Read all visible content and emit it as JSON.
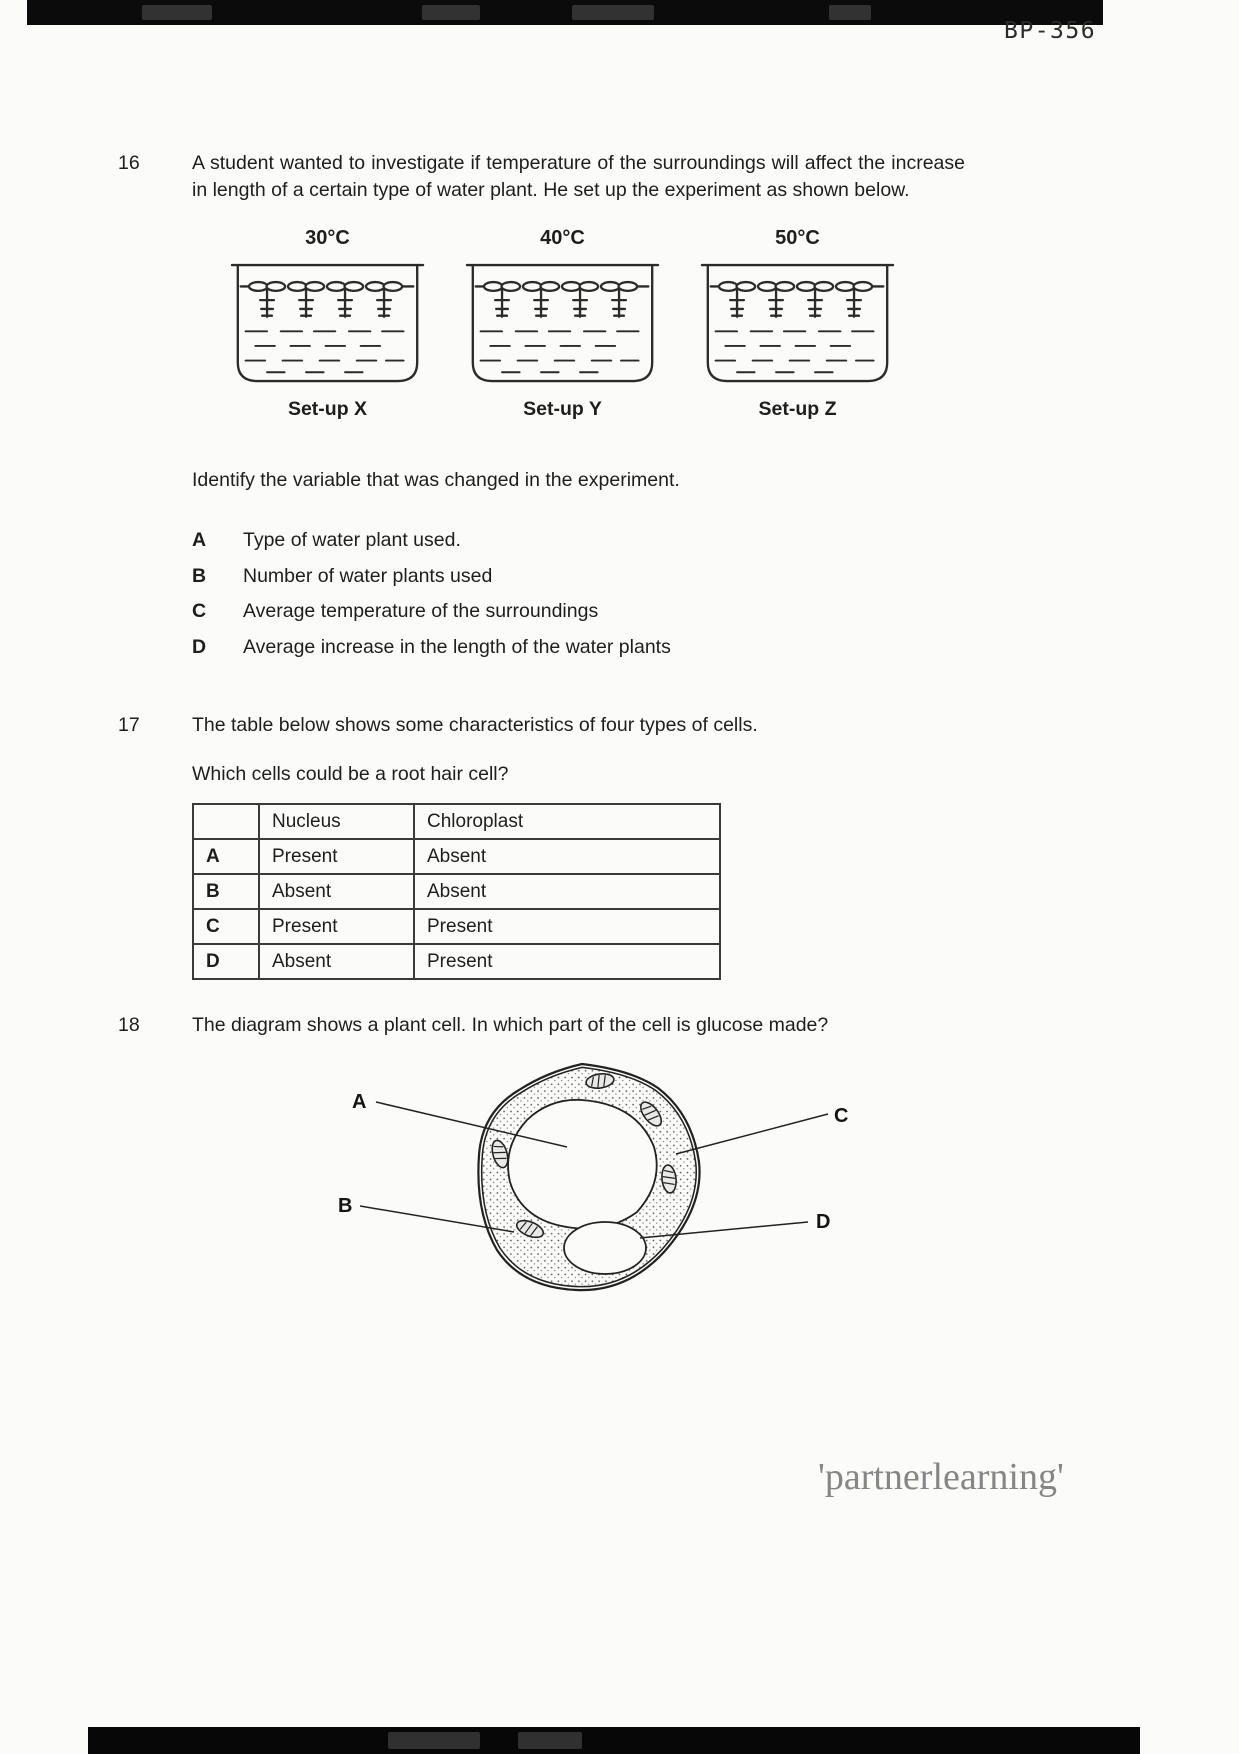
{
  "page": {
    "code": "BP-356",
    "watermark": "'partnerlearning'"
  },
  "q16": {
    "number": "16",
    "intro": "A student wanted to investigate if temperature of the surroundings will affect the increase in length of a certain type of water plant. He set up the experiment as shown below.",
    "setups": [
      {
        "temperature": "30°C",
        "label": "Set-up X"
      },
      {
        "temperature": "40°C",
        "label": "Set-up Y"
      },
      {
        "temperature": "50°C",
        "label": "Set-up Z"
      }
    ],
    "question": "Identify the variable that was changed in the experiment.",
    "options": [
      {
        "letter": "A",
        "text": "Type of water plant used."
      },
      {
        "letter": "B",
        "text": "Number of water plants used"
      },
      {
        "letter": "C",
        "text": "Average temperature of the surroundings"
      },
      {
        "letter": "D",
        "text": "Average increase in the length of the water plants"
      }
    ]
  },
  "q17": {
    "number": "17",
    "intro": "The table below shows some characteristics of four types of cells.",
    "question": "Which cells could be a root hair cell?",
    "table": {
      "col1_header": "Nucleus",
      "col2_header": "Chloroplast",
      "rows": [
        {
          "letter": "A",
          "nucleus": "Present",
          "chloroplast": "Absent"
        },
        {
          "letter": "B",
          "nucleus": "Absent",
          "chloroplast": "Absent"
        },
        {
          "letter": "C",
          "nucleus": "Present",
          "chloroplast": "Present"
        },
        {
          "letter": "D",
          "nucleus": "Absent",
          "chloroplast": "Present"
        }
      ]
    }
  },
  "q18": {
    "number": "18",
    "intro": "The diagram shows a plant cell. In which part of the cell is glucose made?",
    "labels": {
      "a": "A",
      "b": "B",
      "c": "C",
      "d": "D"
    }
  }
}
